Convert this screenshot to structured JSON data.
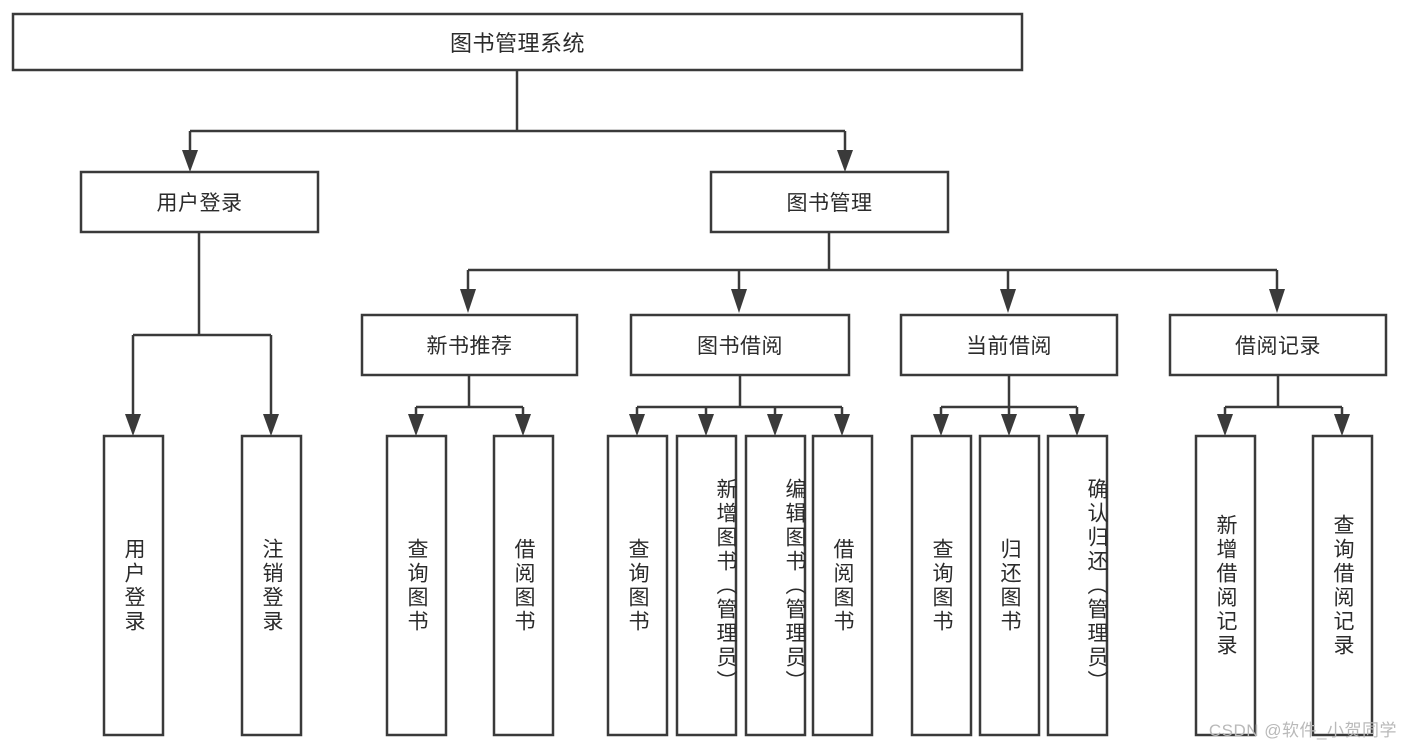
{
  "diagram": {
    "type": "tree-hierarchy",
    "title": "图书管理系统",
    "watermark": "CSDN @软件_小贺同学",
    "levels": {
      "root": {
        "label": "图书管理系统"
      },
      "level2": [
        {
          "id": "user-login",
          "label": "用户登录"
        },
        {
          "id": "book-manage",
          "label": "图书管理"
        }
      ],
      "level3": [
        {
          "id": "new-book-recommend",
          "label": "新书推荐",
          "parent": "book-manage"
        },
        {
          "id": "book-borrow",
          "label": "图书借阅",
          "parent": "book-manage"
        },
        {
          "id": "current-borrow",
          "label": "当前借阅",
          "parent": "book-manage"
        },
        {
          "id": "borrow-record",
          "label": "借阅记录",
          "parent": "book-manage"
        }
      ],
      "leaves": [
        {
          "id": "leaf-user-login",
          "label": "用户登录",
          "parent": "user-login"
        },
        {
          "id": "leaf-logout",
          "label": "注销登录",
          "parent": "user-login"
        },
        {
          "id": "leaf-query-book-1",
          "label": "查询图书",
          "parent": "new-book-recommend"
        },
        {
          "id": "leaf-borrow-book-1",
          "label": "借阅图书",
          "parent": "new-book-recommend"
        },
        {
          "id": "leaf-query-book-2",
          "label": "查询图书",
          "parent": "book-borrow"
        },
        {
          "id": "leaf-add-book",
          "label": "新增图书（管理员）",
          "parent": "book-borrow"
        },
        {
          "id": "leaf-edit-book",
          "label": "编辑图书（管理员）",
          "parent": "book-borrow"
        },
        {
          "id": "leaf-borrow-book-2",
          "label": "借阅图书",
          "parent": "book-borrow"
        },
        {
          "id": "leaf-query-book-3",
          "label": "查询图书",
          "parent": "current-borrow"
        },
        {
          "id": "leaf-return-book",
          "label": "归还图书",
          "parent": "current-borrow"
        },
        {
          "id": "leaf-confirm-return",
          "label": "确认归还（管理员）",
          "parent": "current-borrow"
        },
        {
          "id": "leaf-add-record",
          "label": "新增借阅记录",
          "parent": "borrow-record"
        },
        {
          "id": "leaf-query-record",
          "label": "查询借阅记录",
          "parent": "borrow-record"
        }
      ]
    },
    "colors": {
      "stroke": "#3a3a3a",
      "fill": "#ffffff",
      "text": "#2b2b2b",
      "watermark": "#b9b9b9"
    }
  }
}
